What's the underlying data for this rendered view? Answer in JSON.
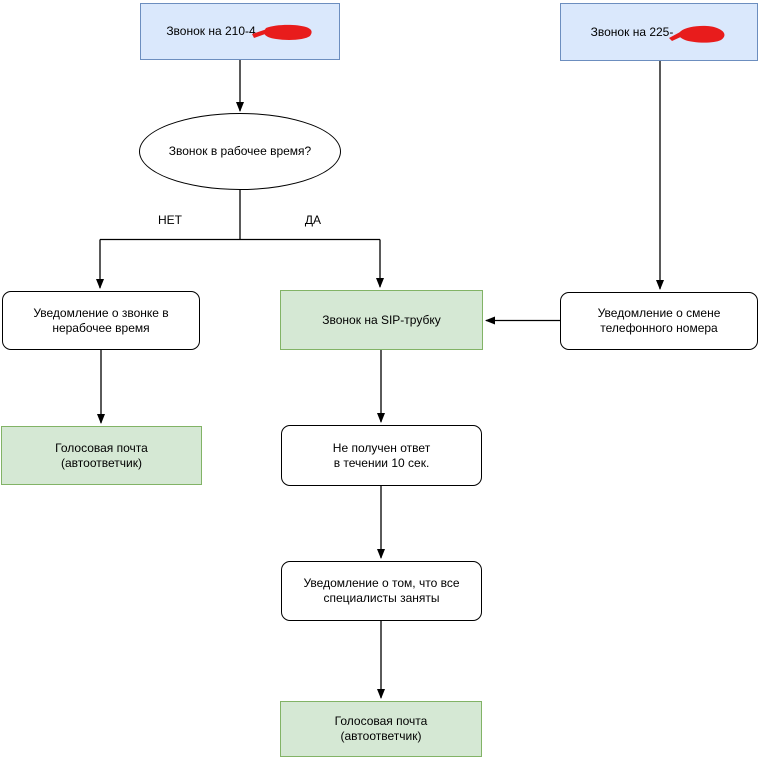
{
  "nodes": {
    "call_210": "Звонок на 210-4",
    "call_225": "Звонок на 225-",
    "decision": "Звонок в рабочее время?",
    "notify_offhours": "Уведомление о звонке в\nнерабочее время",
    "sip_call": "Звонок на SIP-трубку",
    "notify_number_change": "Уведомление о смене\nтелефонного номера",
    "voicemail_left": "Голосовая почта\n(автоответчик)",
    "no_answer": "Не получен ответ\nв течении 10 сек.",
    "all_busy": "Уведомление о том, что все\nспециалисты заняты",
    "voicemail_bottom": "Голосовая почта\n(автоответчик)"
  },
  "edge_labels": {
    "no": "НЕТ",
    "yes": "ДА"
  },
  "redactions": {
    "call_210": "red-scribble-over-number",
    "call_225": "red-scribble-over-number"
  },
  "colors": {
    "background": "#ffffff",
    "text": "#000000",
    "connector": "#000000",
    "shape-border": "#000000",
    "blue-fill": "#dae8fc",
    "blue-border": "#6c8ebf",
    "green-fill": "#d5e8d4",
    "green-border": "#82b366",
    "redaction-red": "#e81c1c"
  }
}
